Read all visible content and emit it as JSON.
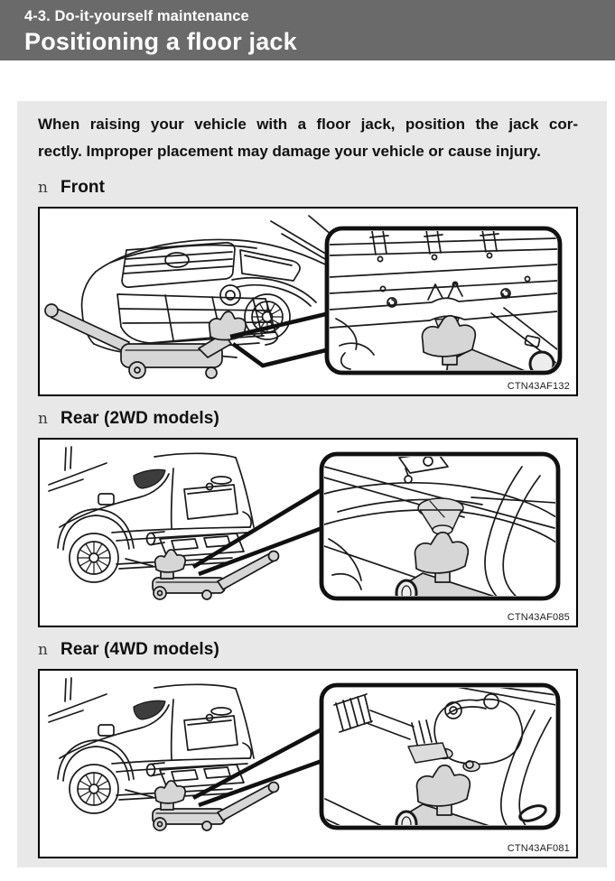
{
  "header": {
    "section": "4-3. Do-it-yourself maintenance",
    "title": "Positioning a floor jack"
  },
  "intro": {
    "line1": "When raising your vehicle with a floor jack, position the jack cor-",
    "line2": "rectly. Improper placement may damage your vehicle or cause injury.",
    "full_text": "When raising your vehicle with a floor jack, position the jack correctly. Improper placement may damage your vehicle or cause injury."
  },
  "sections": [
    {
      "marker": "n",
      "heading": "Front",
      "figure_code": "CTN43AF132"
    },
    {
      "marker": "n",
      "heading": "Rear (2WD models)",
      "figure_code": "CTN43AF085"
    },
    {
      "marker": "n",
      "heading": "Rear (4WD models)",
      "figure_code": "CTN43AF081"
    }
  ],
  "colors": {
    "header_background": "#6a6a6a",
    "header_text": "#ffffff",
    "panel_background": "#e8e8e8",
    "body_text": "#111111",
    "figure_border": "#000000",
    "line_art": "#1a1a1a",
    "jack_gray": "#d6d6d6"
  }
}
